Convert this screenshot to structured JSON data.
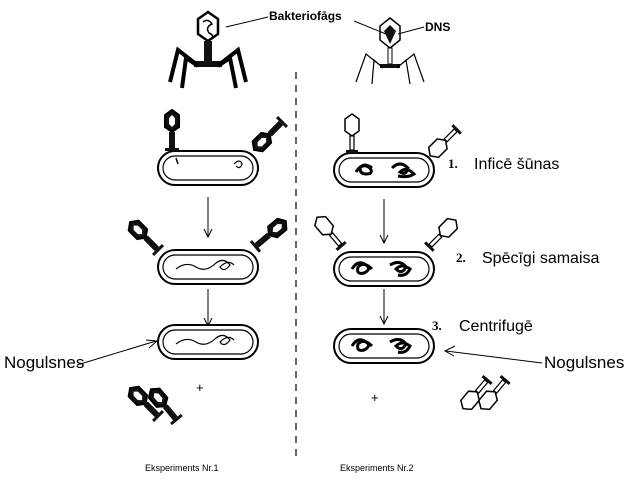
{
  "labels": {
    "bacteriophage": "Bakteriofāgs",
    "dna": "DNS",
    "nogulsnes_left": "Nogulsnes",
    "nogulsnes_right": "Nogulsnes",
    "plus_left": "+",
    "plus_right": "+",
    "exp1": "Eksperiments Nr.1",
    "exp2": "Eksperiments Nr.2"
  },
  "steps": [
    {
      "num": "1.",
      "text": "Inficē šūnas"
    },
    {
      "num": "2.",
      "text": "Spēcīgi samaisa"
    },
    {
      "num": "3.",
      "text": "Centrifugē"
    }
  ]
}
